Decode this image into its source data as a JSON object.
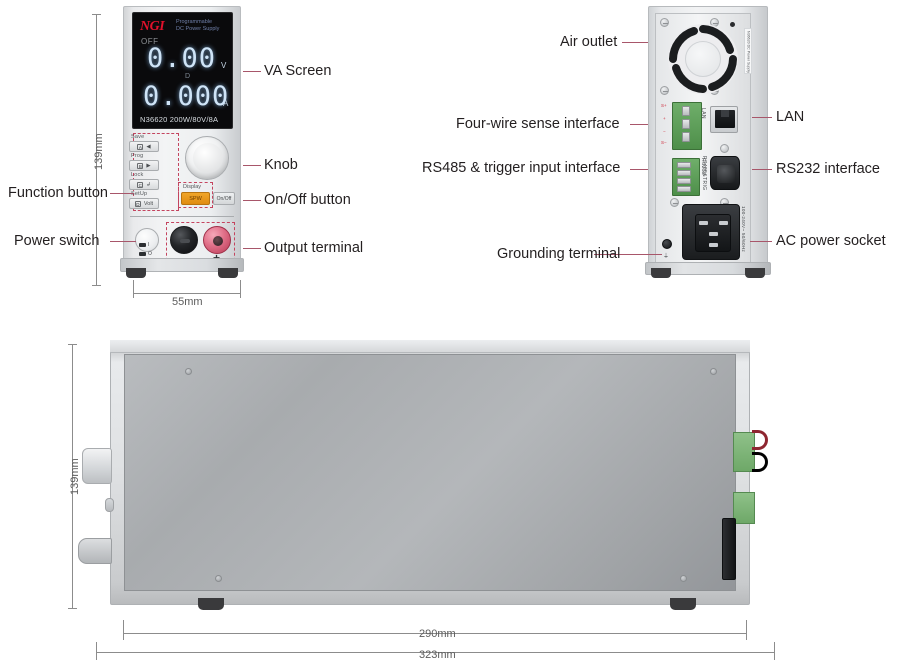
{
  "product": {
    "brand": "NGI",
    "brand_sub_line1": "Programmable",
    "brand_sub_line2": "DC Power Supply",
    "model_spec": "N36620  200W/80V/8A"
  },
  "display": {
    "status": "OFF",
    "voltage_value": "0.00",
    "voltage_unit": "V",
    "mode_indicator": "D",
    "current_value": "0.000",
    "current_unit": "A"
  },
  "front_panel": {
    "keys": [
      {
        "cap": "Save",
        "legend": "A",
        "glyph": "◀"
      },
      {
        "cap": "Prog",
        "legend": "B",
        "glyph": "▶"
      },
      {
        "cap": "Lock",
        "legend": "C",
        "glyph": "↲"
      },
      {
        "cap": "SetUp",
        "legend": "D",
        "glyph": "Volt"
      }
    ],
    "display_cap": "Display",
    "spw_label": "SPW",
    "onoff_label": "On/Off",
    "switch_on_mark": "I",
    "switch_off_mark": "O",
    "terminal_negative": "−",
    "terminal_positive": "+"
  },
  "rear_panel": {
    "sense_labels": [
      "S+",
      "+",
      "−",
      "S−"
    ],
    "rs485_label": "RS485&TRIG",
    "lan_label": "LAN",
    "rs232_label": "RS232",
    "ac_label": "100-240V~ 50/60Hz",
    "spec_label_text": "N36620 DC Power Supply",
    "ground_symbol": "⏚"
  },
  "callouts": {
    "front": [
      {
        "label": "VA Screen",
        "side": "right"
      },
      {
        "label": "Knob",
        "side": "right"
      },
      {
        "label": "On/Off button",
        "side": "right"
      },
      {
        "label": "Output terminal",
        "side": "right"
      },
      {
        "label": "Function button",
        "side": "left"
      },
      {
        "label": "Power switch",
        "side": "left"
      }
    ],
    "rear": [
      {
        "label": "Air outlet",
        "side": "left"
      },
      {
        "label": "Four-wire sense interface",
        "side": "left"
      },
      {
        "label": "RS485 & trigger input interface",
        "side": "left"
      },
      {
        "label": "Grounding terminal",
        "side": "left"
      },
      {
        "label": "LAN",
        "side": "right"
      },
      {
        "label": "RS232 interface",
        "side": "right"
      },
      {
        "label": "AC power socket",
        "side": "right"
      }
    ]
  },
  "dimensions": {
    "front_height": "139mm",
    "front_width": "55mm",
    "side_height": "139mm",
    "side_body_length": "290mm",
    "side_total_length": "323mm"
  },
  "colors": {
    "leader_line": "#a8566a",
    "dimension_line": "#8c8c8c",
    "brand_red": "#e0112b",
    "display_cyan": "#cfe4f7",
    "spw_orange": "#f0a52a",
    "terminal_red": "#e06f88",
    "terminal_green": "#6fae6a"
  }
}
